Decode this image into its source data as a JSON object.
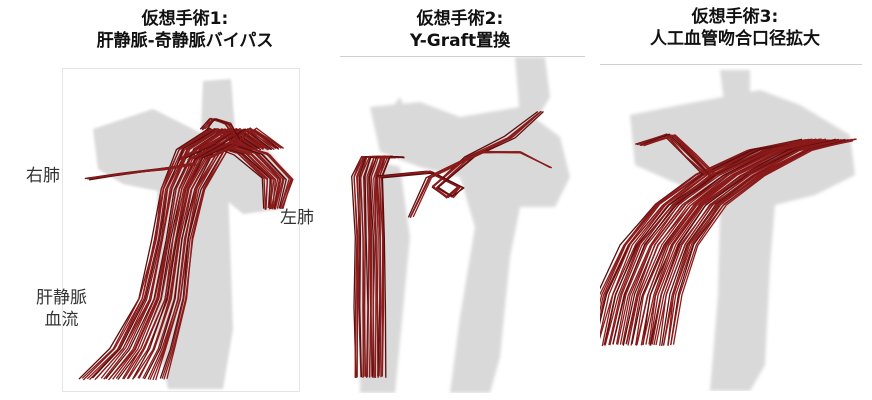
{
  "panels": [
    {
      "title_line1": "仮想手術1:",
      "title_line2": "肝静脈-奇静脈バイパス"
    },
    {
      "title_line1": "仮想手術2:",
      "title_line2": "Y-Graft置換"
    },
    {
      "title_line1": "仮想手術3:",
      "title_line2": "人工血管吻合口径拡大"
    }
  ],
  "annotations": {
    "right_lung": "右肺",
    "left_lung": "左肺",
    "hepatic_flow_line1": "肝静脈",
    "hepatic_flow_line2": "血流"
  },
  "colors": {
    "vessel": "#d9d9d9",
    "vessel_dark": "#c4c4c4",
    "streamline": "#8b1a1a",
    "streamline_dark": "#5a0d0d"
  }
}
